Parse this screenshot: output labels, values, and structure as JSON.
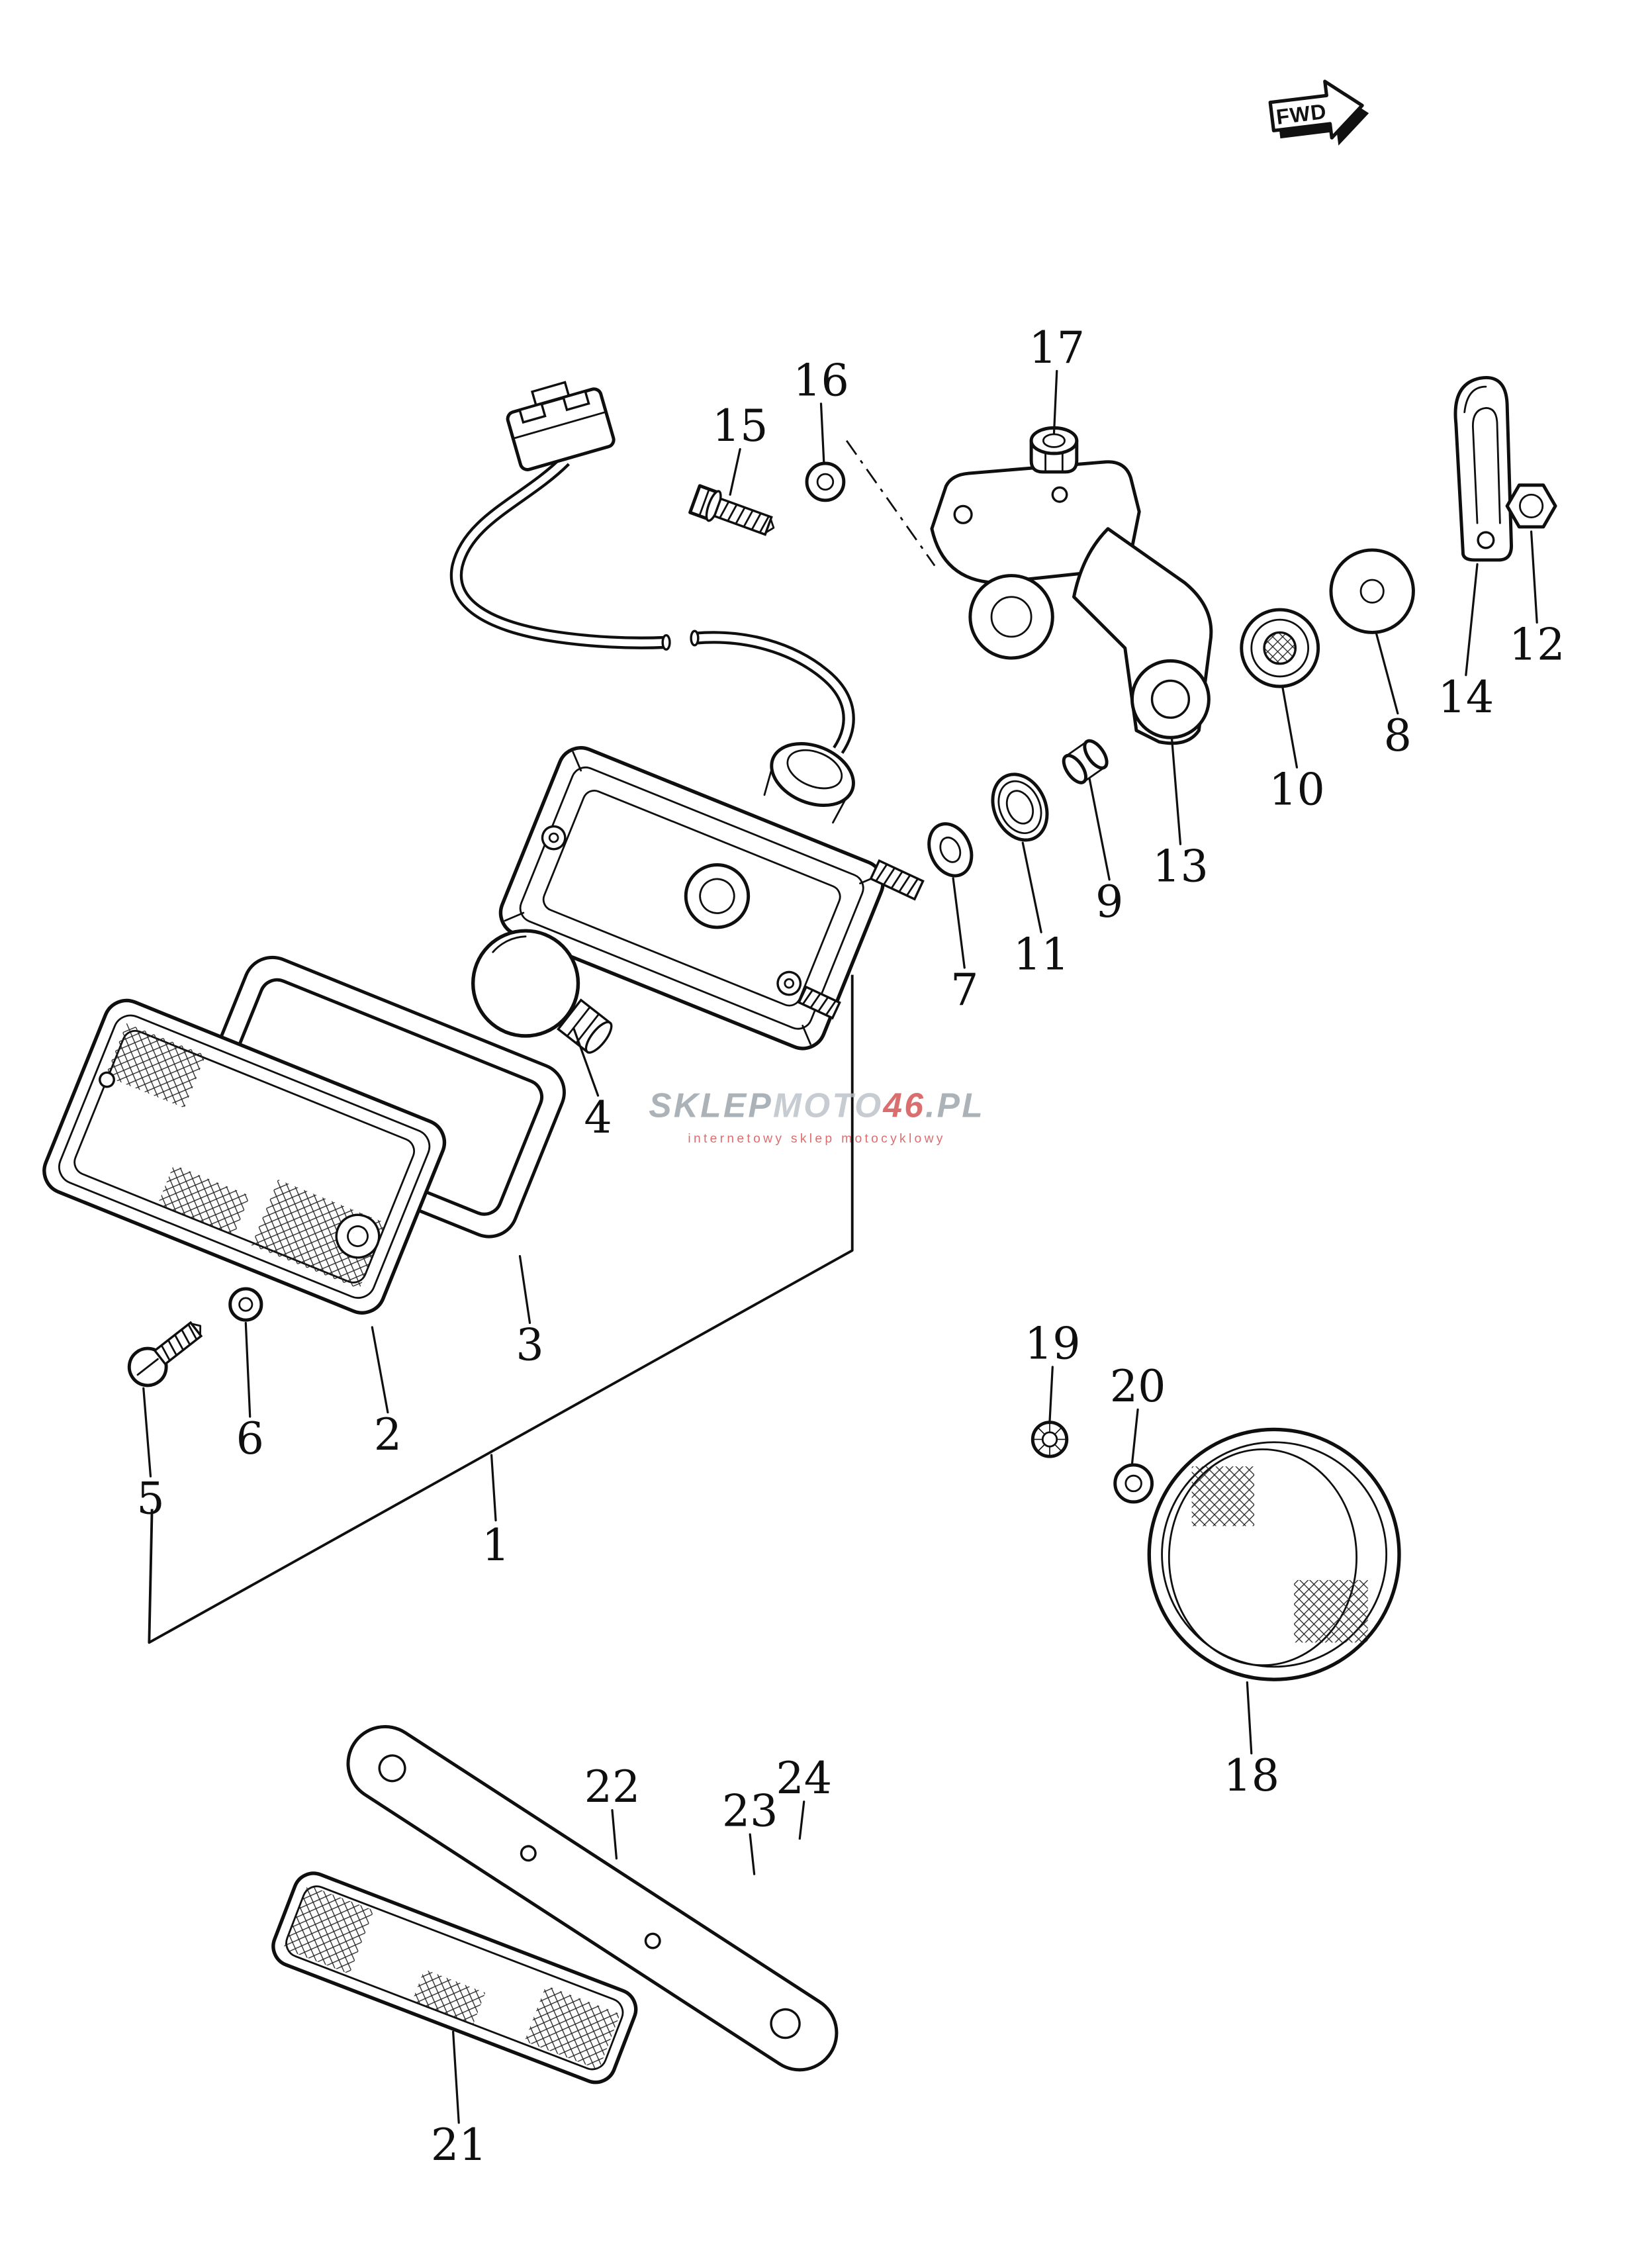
{
  "diagram": {
    "fwd_label": "FWD",
    "part_numbers": [
      "1",
      "2",
      "3",
      "4",
      "5",
      "6",
      "7",
      "8",
      "9",
      "10",
      "11",
      "12",
      "13",
      "14",
      "15",
      "16",
      "17",
      "18",
      "19",
      "20",
      "21",
      "22",
      "23",
      "24"
    ],
    "watermark": {
      "brand_part1": "SKLEP",
      "brand_part2": "MOTO",
      "brand_part3": "46",
      "brand_part4": ".PL",
      "subtitle": "internetowy sklep motocyklowy"
    },
    "colors": {
      "line": "#0f0f0f",
      "watermark_gray": "#97a0a7",
      "watermark_light": "#b9c0c6",
      "watermark_red": "#d24b4b"
    }
  }
}
